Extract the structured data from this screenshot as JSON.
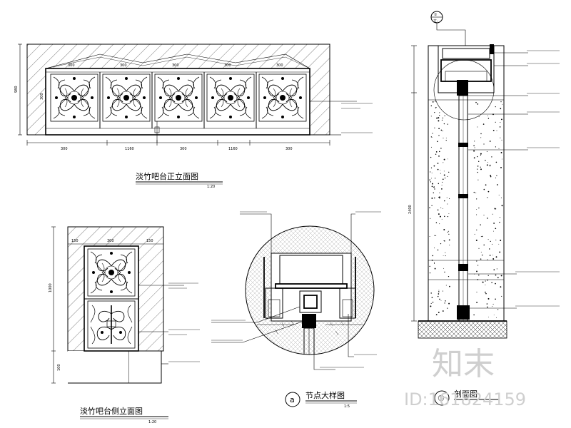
{
  "colors": {
    "line": "#000000",
    "background": "#ffffff",
    "watermark": "#cfcfcf"
  },
  "views": {
    "front_elevation": {
      "title": "淡竹吧台正立面图",
      "scale": "1:20",
      "dims_top": [
        "300",
        "300",
        "300",
        "300",
        "300"
      ],
      "dims_bottom": [
        "300",
        "1160",
        "300",
        "1160",
        "300"
      ],
      "dim_left": "980",
      "dim_left_inner": "300"
    },
    "side_elevation": {
      "title": "淡竹吧台侧立面图",
      "scale": "1:20",
      "dims_top": [
        "150",
        "300",
        "150"
      ],
      "dim_left": "1000",
      "dim_left_lower": "100"
    },
    "detail_a": {
      "title": "节点大样图",
      "scale": "1:5",
      "marker": "a"
    },
    "section": {
      "title": "剖面图",
      "marker_top": "①",
      "marker_sub": "立-",
      "marker_bottom": "①",
      "dim_vertical": "2400"
    }
  },
  "watermark": {
    "brand": "知末",
    "id": "ID:161824159"
  }
}
